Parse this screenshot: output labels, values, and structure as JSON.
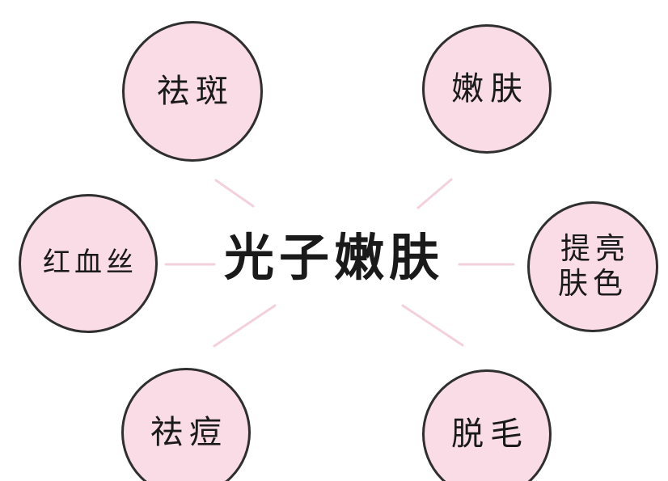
{
  "title": "光子嫩肤",
  "colors": {
    "background": "#ffffff",
    "circle-fill": "#fadce6",
    "circle-border": "#2f2f2f",
    "connector": "#f2cdd9",
    "text": "#1a1a1a"
  },
  "nodes": [
    {
      "id": "quban",
      "label": "祛斑",
      "position": "top-left"
    },
    {
      "id": "nenfu",
      "label": "嫩肤",
      "position": "top-right"
    },
    {
      "id": "hongxuesi",
      "label": "红血丝",
      "position": "middle-left"
    },
    {
      "id": "tiliangfuse",
      "label": "提亮\n肤色",
      "position": "middle-right"
    },
    {
      "id": "qudou",
      "label": "祛痘",
      "position": "bottom-left"
    },
    {
      "id": "tuomao",
      "label": "脱毛",
      "position": "bottom-right"
    }
  ]
}
